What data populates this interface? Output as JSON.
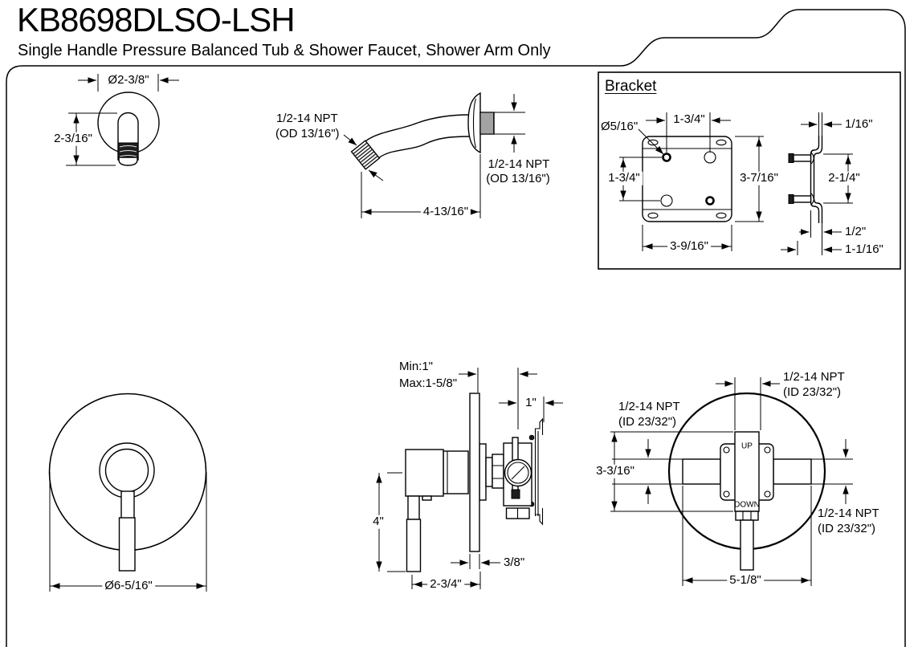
{
  "header": {
    "model": "KB8698DLSO-LSH",
    "description": "Single Handle Pressure Balanced Tub & Shower Faucet, Shower Arm Only"
  },
  "shower_arm_front": {
    "diameter": "Ø2-3/8\"",
    "drop_height": "2-3/16\""
  },
  "shower_arm_side": {
    "thread_label_line1": "1/2-14 NPT",
    "thread_label_line2": "(OD 13/16\")",
    "wall_thread_line1": "1/2-14 NPT",
    "wall_thread_line2": "(OD 13/16\")",
    "length": "4-13/16\""
  },
  "bracket": {
    "title": "Bracket",
    "hole_diameter": "Ø5/16\"",
    "hole_spacing_h": "1-3/4\"",
    "hole_spacing_v": "1-3/4\"",
    "plate_height": "3-7/16\"",
    "plate_width": "3-9/16\"",
    "flange_thickness": "1/16\"",
    "stud_spacing": "2-1/4\"",
    "stud_length": "1/2\"",
    "depth": "1-1/16\""
  },
  "escutcheon_front": {
    "diameter": "Ø6-5/16\""
  },
  "valve_side": {
    "wall_min": "Min:1\"",
    "wall_max": "Max:1-5/8\"",
    "body_depth": "1\"",
    "handle_length": "4\"",
    "plate_thickness": "3/8\"",
    "handle_clearance": "2-3/4\""
  },
  "valve_front": {
    "top_port_line1": "1/2-14 NPT",
    "top_port_line2": "(ID 23/32\")",
    "left_port_line1": "1/2-14 NPT",
    "left_port_line2": "(ID 23/32\")",
    "bottom_port_line1": "1/2-14 NPT",
    "bottom_port_line2": "(ID 23/32\")",
    "up": "UP",
    "down": "DOWN",
    "port_height": "3-3/16\"",
    "port_spread": "5-1/8\""
  }
}
